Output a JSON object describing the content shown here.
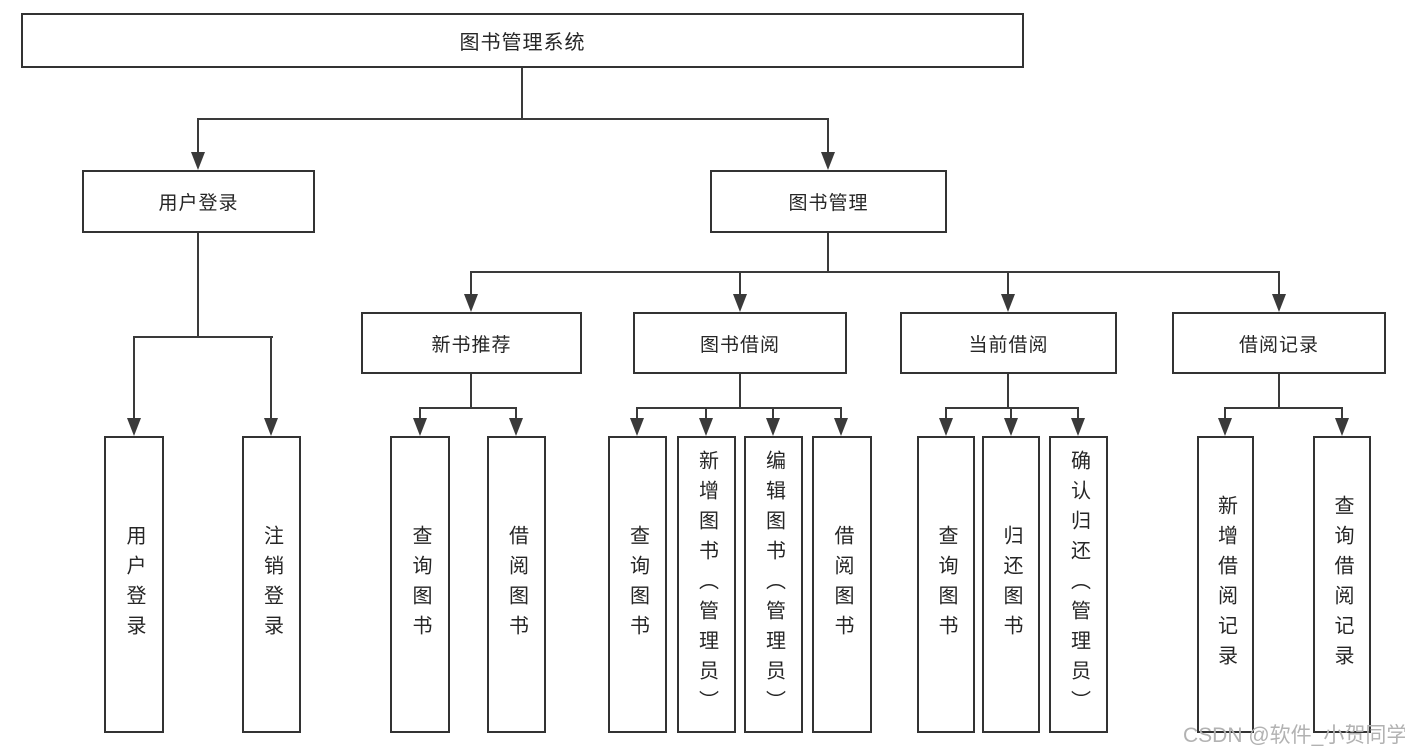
{
  "tree": {
    "root": {
      "label": "图书管理系统",
      "children": [
        {
          "label": "用户登录",
          "children": [
            {
              "label": "用户登录"
            },
            {
              "label": "注销登录"
            }
          ]
        },
        {
          "label": "图书管理",
          "children": [
            {
              "label": "新书推荐",
              "children": [
                {
                  "label": "查询图书"
                },
                {
                  "label": "借阅图书"
                }
              ]
            },
            {
              "label": "图书借阅",
              "children": [
                {
                  "label": "查询图书"
                },
                {
                  "label": "新增图书（管理员）"
                },
                {
                  "label": "编辑图书（管理员）"
                },
                {
                  "label": "借阅图书"
                }
              ]
            },
            {
              "label": "当前借阅",
              "children": [
                {
                  "label": "查询图书"
                },
                {
                  "label": "归还图书"
                },
                {
                  "label": "确认归还（管理员）"
                }
              ]
            },
            {
              "label": "借阅记录",
              "children": [
                {
                  "label": "新增借阅记录"
                },
                {
                  "label": "查询借阅记录"
                }
              ]
            }
          ]
        }
      ]
    }
  },
  "watermark": "CSDN @软件_小贺同学",
  "colors": {
    "line": "#3a3a3a",
    "box-border": "#333333",
    "text": "#262626",
    "background": "#ffffff",
    "watermark": "#b2b2b2"
  }
}
